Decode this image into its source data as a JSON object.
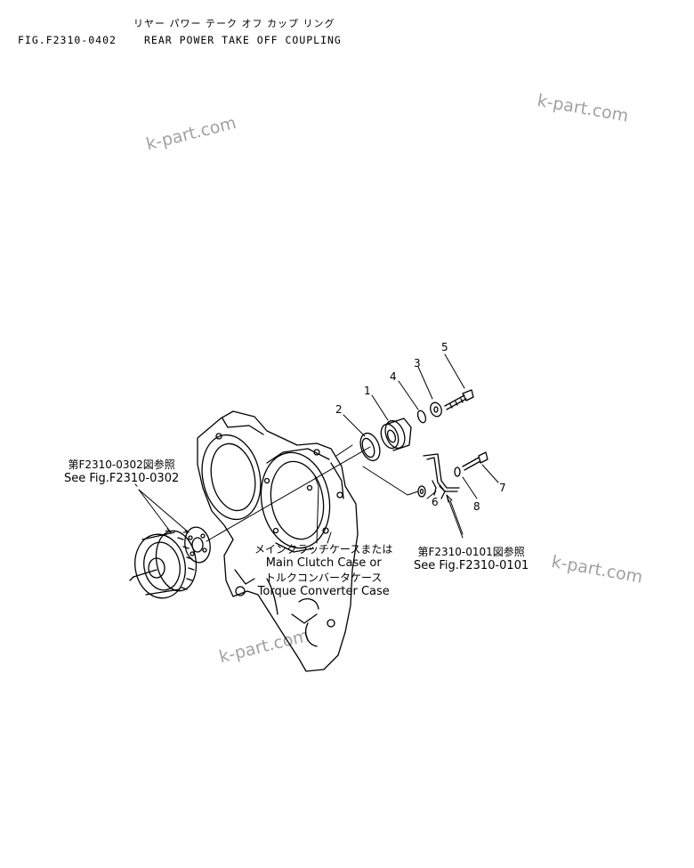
{
  "header": {
    "japanese_title": "リヤー パワー テーク オフ カップ リング",
    "figure_number": "FIG.F2310-0402",
    "title": "REAR POWER TAKE OFF COUPLING"
  },
  "watermarks": [
    "k-part.com",
    "k-part.com",
    "k-part.com",
    "k-part.com"
  ],
  "references": {
    "left": {
      "jp": "第F2310-0302図参照",
      "en": "See Fig.F2310-0302"
    },
    "right": {
      "jp": "第F2310-0101図参照",
      "en": "See Fig.F2310-0101"
    }
  },
  "case_label": {
    "line1": "メインクラッチケースまたは",
    "line2": "Main Clutch Case or",
    "line3": "トルクコンバータケース",
    "line4": "Torque Converter Case"
  },
  "callouts": [
    "1",
    "2",
    "3",
    "4",
    "5",
    "6",
    "7",
    "8"
  ]
}
